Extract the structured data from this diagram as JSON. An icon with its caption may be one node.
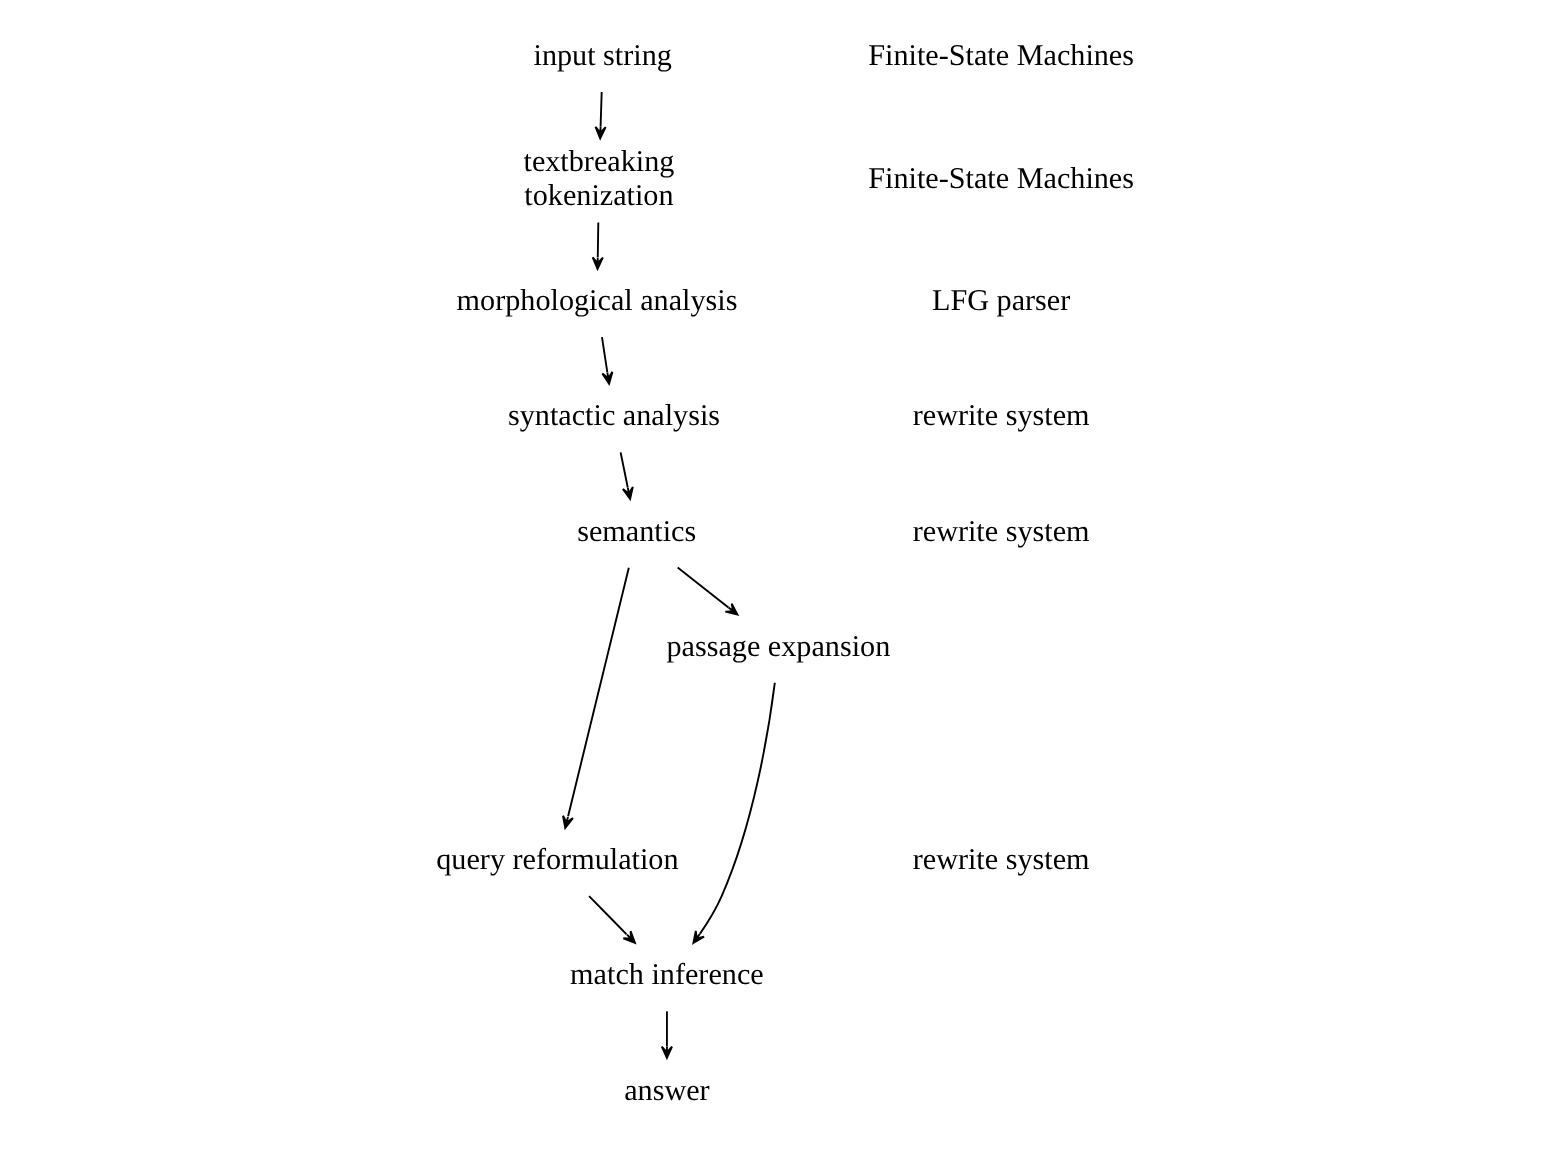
{
  "diagram": {
    "nodes": [
      {
        "text": [
          "input string"
        ]
      },
      {
        "text": [
          "textbreaking",
          "tokenization"
        ]
      },
      {
        "text": [
          "morphological analysis"
        ]
      },
      {
        "text": [
          "syntactic analysis"
        ]
      },
      {
        "text": [
          "semantics"
        ]
      },
      {
        "text": [
          "query reformulation"
        ]
      },
      {
        "text": [
          "passage expansion"
        ]
      },
      {
        "text": [
          "match inference"
        ]
      },
      {
        "text": [
          "answer"
        ]
      }
    ],
    "edges": [
      {
        "from": 0,
        "to": 1,
        "arrow": "to"
      },
      {
        "from": 1,
        "to": 2,
        "arrow": "to"
      },
      {
        "from": 2,
        "to": 3,
        "arrow": "to"
      },
      {
        "from": 3,
        "to": 4,
        "arrow": "to"
      },
      {
        "from": 4,
        "to": 5,
        "arrow": "to"
      },
      {
        "from": 4,
        "to": 6,
        "arrow": "to"
      },
      {
        "from": 5,
        "to": 7,
        "arrow": "to"
      },
      {
        "from": 6,
        "to": 7,
        "arrow": "to"
      },
      {
        "from": 7,
        "to": 8,
        "arrow": "to"
      }
    ],
    "labels": [
      "Finite-State Machines",
      "Finite-State Machines",
      "LFG parser",
      "rewrite system",
      "rewrite system",
      "rewrite system"
    ]
  }
}
